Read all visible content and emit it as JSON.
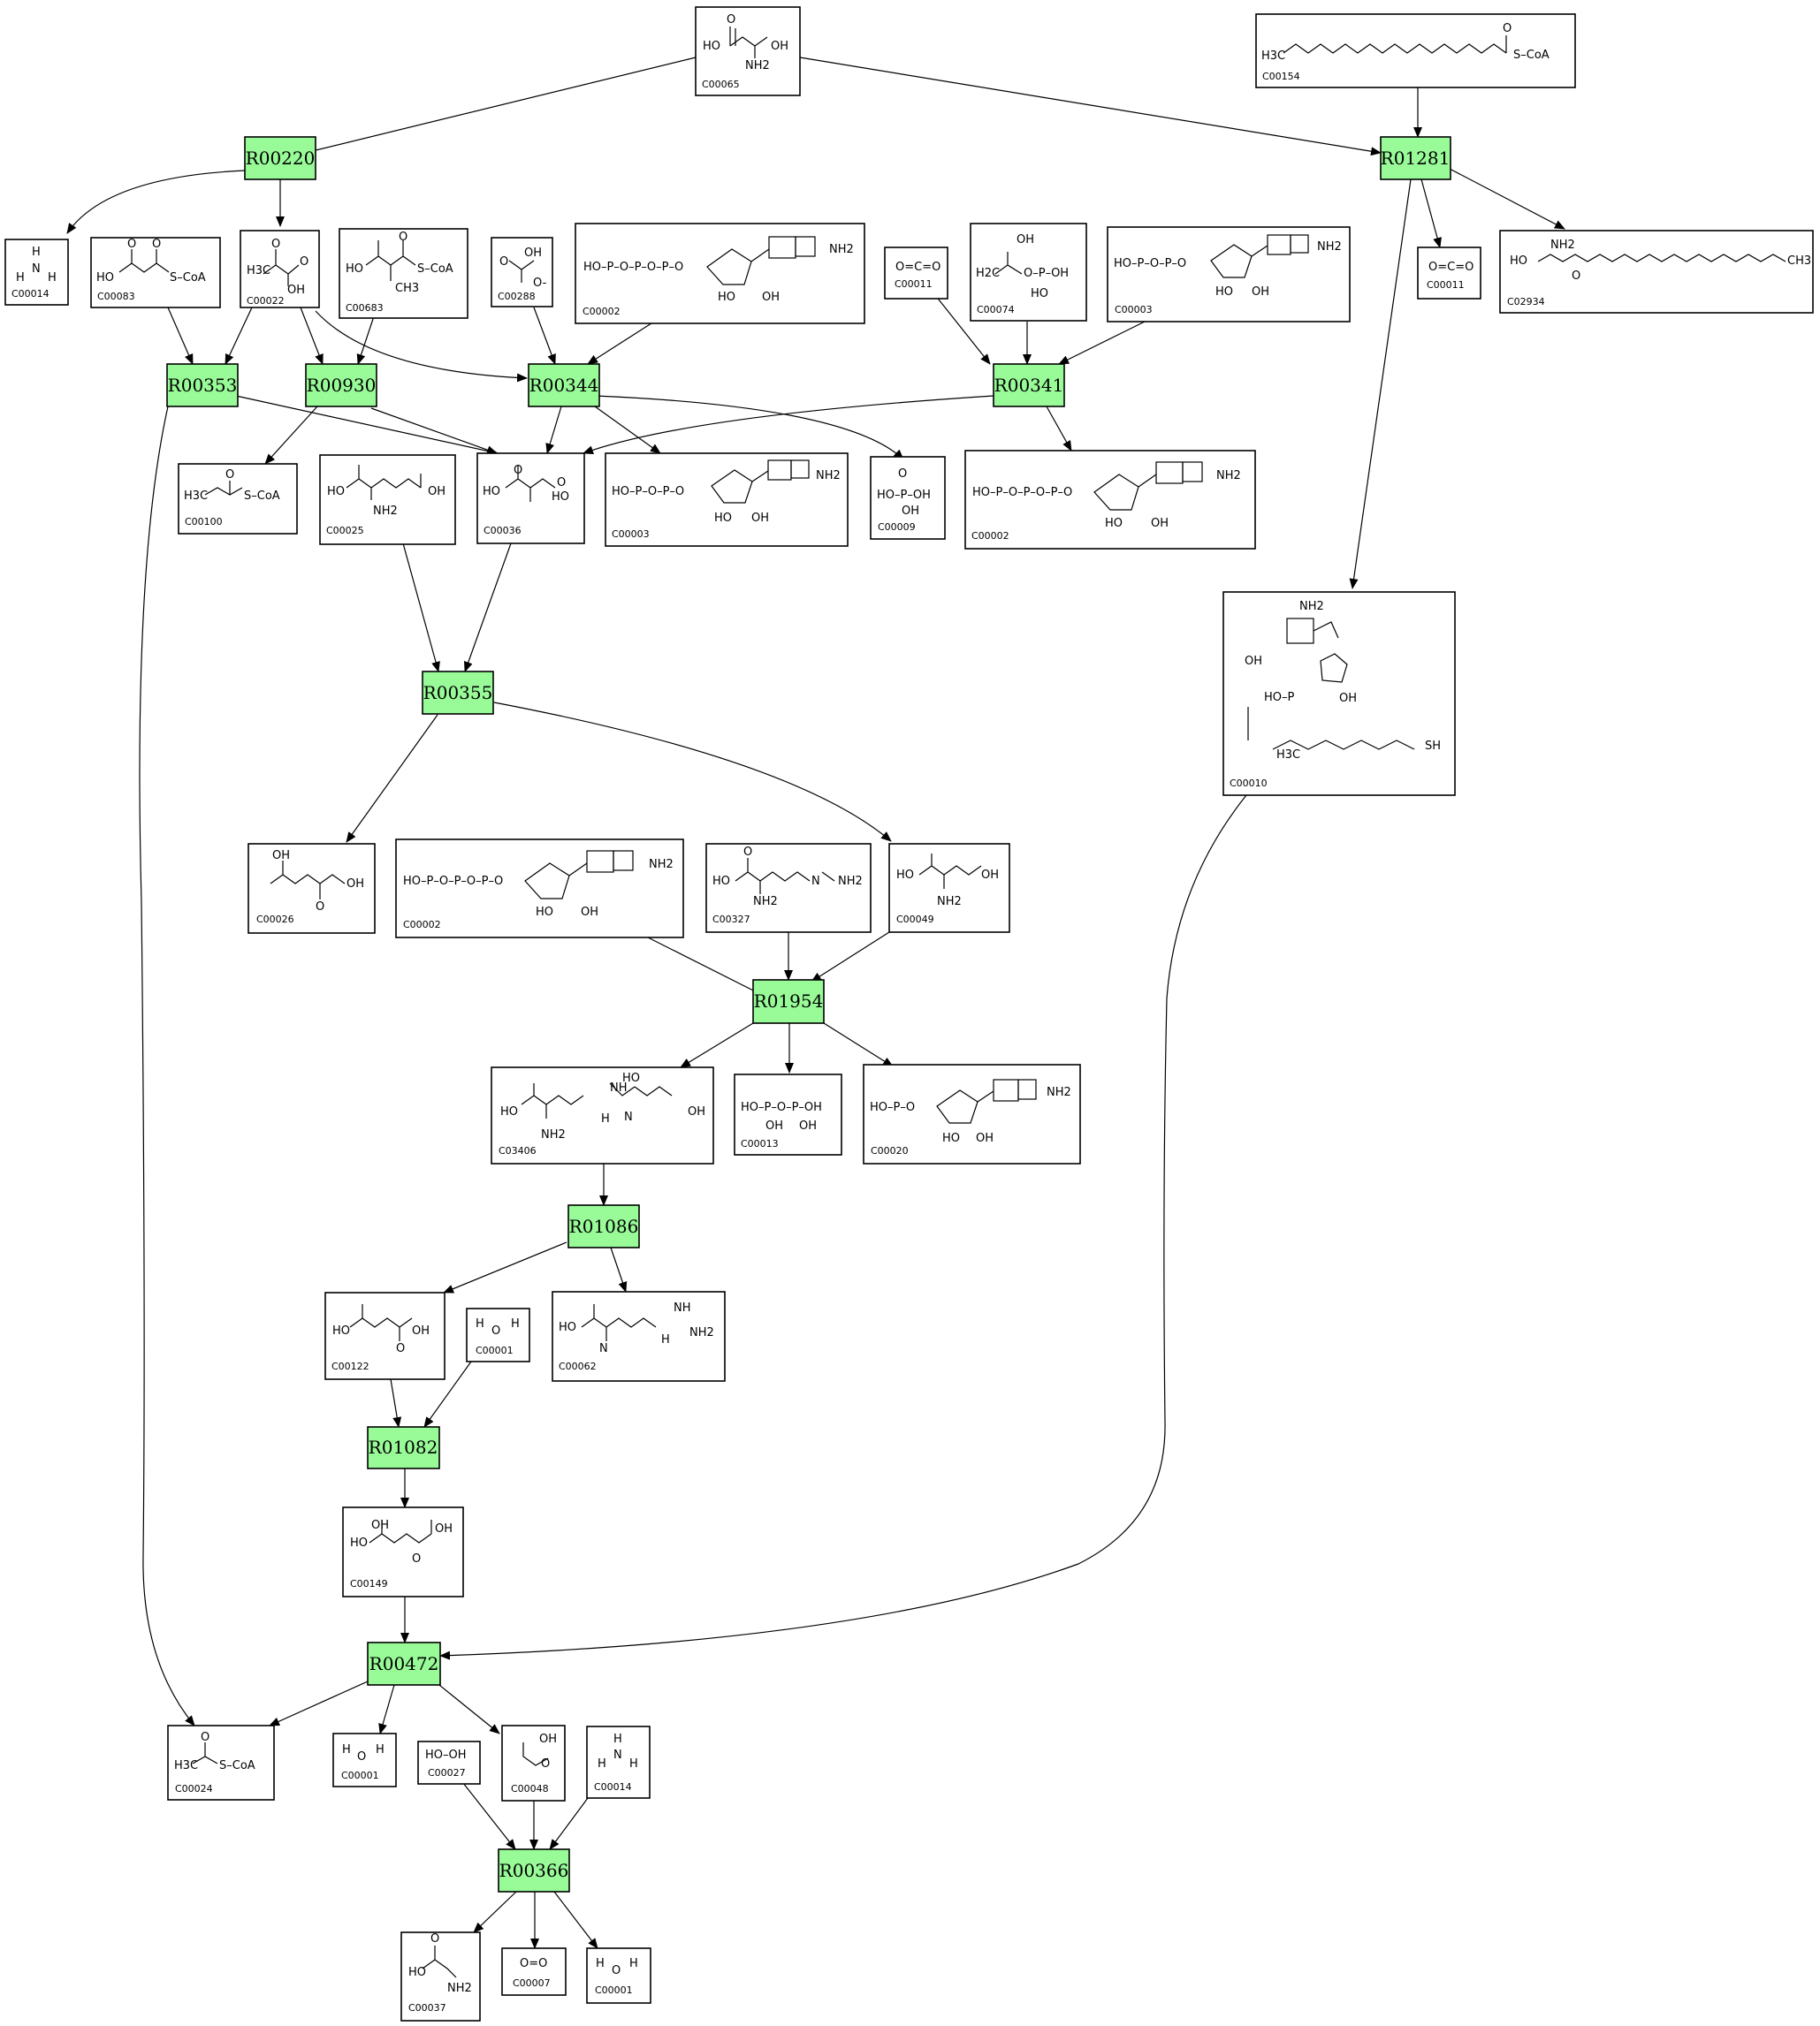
{
  "reactions": [
    {
      "id": "R00220",
      "label": "R00220"
    },
    {
      "id": "R01281",
      "label": "R01281"
    },
    {
      "id": "R00353",
      "label": "R00353"
    },
    {
      "id": "R00930",
      "label": "R00930"
    },
    {
      "id": "R00344",
      "label": "R00344"
    },
    {
      "id": "R00341",
      "label": "R00341"
    },
    {
      "id": "R00355",
      "label": "R00355"
    },
    {
      "id": "R01954",
      "label": "R01954"
    },
    {
      "id": "R01086",
      "label": "R01086"
    },
    {
      "id": "R01082",
      "label": "R01082"
    },
    {
      "id": "R00472",
      "label": "R00472"
    },
    {
      "id": "R00366",
      "label": "R00366"
    }
  ],
  "compounds": [
    {
      "id": "n_C00065",
      "code": "C00065",
      "structure": [
        "HO",
        "OH",
        "NH2",
        "O"
      ]
    },
    {
      "id": "n_C00154",
      "code": "C00154",
      "structure": [
        "H3C",
        "S–CoA",
        "O"
      ]
    },
    {
      "id": "n_C00014a",
      "code": "C00014",
      "structure": [
        "H",
        "H",
        "N",
        "H"
      ]
    },
    {
      "id": "n_C00083",
      "code": "C00083",
      "structure": [
        "HO",
        "S–CoA",
        "O",
        "O"
      ]
    },
    {
      "id": "n_C00022",
      "code": "C00022",
      "structure": [
        "H3C",
        "OH",
        "O",
        "O"
      ]
    },
    {
      "id": "n_C00683",
      "code": "C00683",
      "structure": [
        "HO",
        "S–CoA",
        "CH3",
        "O"
      ]
    },
    {
      "id": "n_C00288",
      "code": "C00288",
      "structure": [
        "OH",
        "O",
        "O-"
      ]
    },
    {
      "id": "n_C00002a",
      "code": "C00002",
      "structure": [
        "HO–P–O–P–O–P–O",
        "NH2",
        "HO",
        "OH"
      ]
    },
    {
      "id": "n_C00011a",
      "code": "C00011",
      "structure": [
        "O=C=O"
      ]
    },
    {
      "id": "n_C00074",
      "code": "C00074",
      "structure": [
        "OH",
        "H2C",
        "O–P–OH",
        "HO"
      ]
    },
    {
      "id": "n_C00003a",
      "code": "C00003",
      "structure": [
        "HO–P–O–P–O",
        "NH2",
        "HO",
        "OH"
      ]
    },
    {
      "id": "n_C00011b",
      "code": "C00011",
      "structure": [
        "O=C=O"
      ]
    },
    {
      "id": "n_C02934",
      "code": "C02934",
      "structure": [
        "HO",
        "NH2",
        "CH3",
        "O"
      ]
    },
    {
      "id": "n_C00100",
      "code": "C00100",
      "structure": [
        "H3C",
        "S–CoA",
        "O"
      ]
    },
    {
      "id": "n_C00025",
      "code": "C00025",
      "structure": [
        "HO",
        "OH",
        "NH2"
      ]
    },
    {
      "id": "n_C00036",
      "code": "C00036",
      "structure": [
        "HO",
        "HO",
        "O",
        "O"
      ]
    },
    {
      "id": "n_C00003b",
      "code": "C00003",
      "structure": [
        "HO–P–O–P–O",
        "NH2",
        "HO",
        "OH"
      ]
    },
    {
      "id": "n_C00009",
      "code": "C00009",
      "structure": [
        "HO–P–OH",
        "OH",
        "O"
      ]
    },
    {
      "id": "n_C00002b",
      "code": "C00002",
      "structure": [
        "HO–P–O–P–O–P–O",
        "NH2",
        "HO",
        "OH"
      ]
    },
    {
      "id": "n_C00010",
      "code": "C00010",
      "structure": [
        "NH2",
        "OH",
        "HO–P",
        "OH",
        "H3C",
        "SH"
      ]
    },
    {
      "id": "n_C00026",
      "code": "C00026",
      "structure": [
        "OH",
        "O",
        "OH"
      ]
    },
    {
      "id": "n_C00002c",
      "code": "C00002",
      "structure": [
        "HO–P–O–P–O–P–O",
        "NH2",
        "HO",
        "OH"
      ]
    },
    {
      "id": "n_C00327",
      "code": "C00327",
      "structure": [
        "HO",
        "NH2",
        "N",
        "NH2",
        "O"
      ]
    },
    {
      "id": "n_C00049",
      "code": "C00049",
      "structure": [
        "HO",
        "OH",
        "NH2"
      ]
    },
    {
      "id": "n_C03406",
      "code": "C03406",
      "structure": [
        "HO",
        "HO",
        "NH",
        "OH",
        "NH2",
        "N",
        "H"
      ]
    },
    {
      "id": "n_C00013",
      "code": "C00013",
      "structure": [
        "HO–P–O–P–OH",
        "OH",
        "OH"
      ]
    },
    {
      "id": "n_C00020",
      "code": "C00020",
      "structure": [
        "HO–P–O",
        "NH2",
        "HO",
        "OH"
      ]
    },
    {
      "id": "n_C00122",
      "code": "C00122",
      "structure": [
        "HO",
        "OH",
        "O"
      ]
    },
    {
      "id": "n_C00001a",
      "code": "C00001",
      "structure": [
        "H",
        "O",
        "H"
      ]
    },
    {
      "id": "n_C00062",
      "code": "C00062",
      "structure": [
        "HO",
        "NH",
        "NH2",
        "N",
        "H"
      ]
    },
    {
      "id": "n_C00149",
      "code": "C00149",
      "structure": [
        "HO",
        "OH",
        "OH",
        "O"
      ]
    },
    {
      "id": "n_C00024",
      "code": "C00024",
      "structure": [
        "H3C",
        "S–CoA",
        "O"
      ]
    },
    {
      "id": "n_C00001b",
      "code": "C00001",
      "structure": [
        "H",
        "O",
        "H"
      ]
    },
    {
      "id": "n_C00027",
      "code": "C00027",
      "structure": [
        "HO–OH"
      ]
    },
    {
      "id": "n_C00048",
      "code": "C00048",
      "structure": [
        "OH",
        "O"
      ]
    },
    {
      "id": "n_C00014b",
      "code": "C00014",
      "structure": [
        "H",
        "H",
        "N",
        "H"
      ]
    },
    {
      "id": "n_C00037",
      "code": "C00037",
      "structure": [
        "HO",
        "NH2",
        "O"
      ]
    },
    {
      "id": "n_C00007",
      "code": "C00007",
      "structure": [
        "O=O"
      ]
    },
    {
      "id": "n_C00001c",
      "code": "C00001",
      "structure": [
        "H",
        "O",
        "H"
      ]
    }
  ]
}
